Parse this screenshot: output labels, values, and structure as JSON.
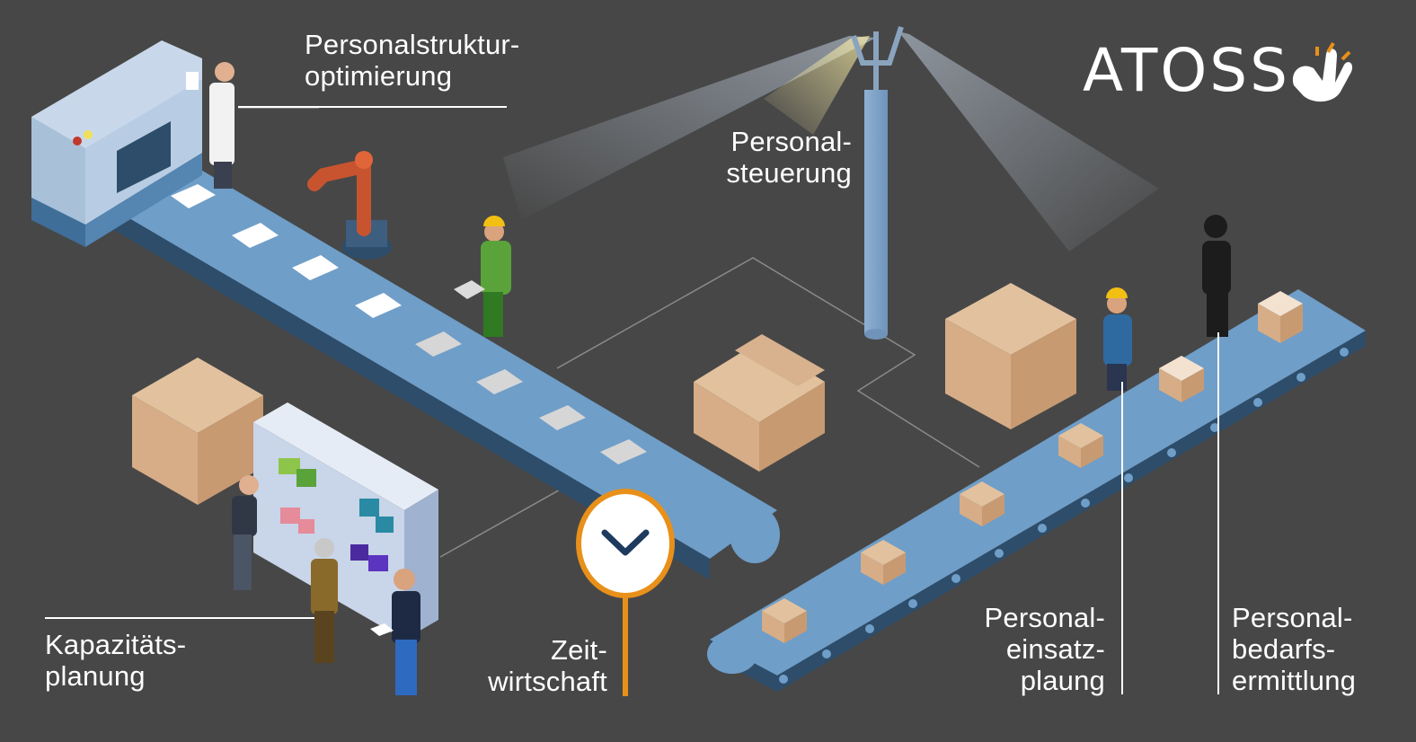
{
  "brand": {
    "logo_text": "ATOSS",
    "accent_color": "#e8901a"
  },
  "labels": {
    "strukturoptimierung": [
      "Personalstruktur-",
      "optimierung"
    ],
    "steuerung": [
      "Personal-",
      "steuerung"
    ],
    "kapazitaet": [
      "Kapazitäts-",
      "planung"
    ],
    "zeit": [
      "Zeit-",
      "wirtschaft"
    ],
    "einsatz": [
      "Personal-",
      "einsatz-",
      "plaung"
    ],
    "bedarf": [
      "Personal-",
      "bedarfs-",
      "ermittlung"
    ]
  },
  "icons": {
    "clock": "chevron-down-icon",
    "logo_mark": "hand-icon"
  },
  "colors": {
    "background": "#474747",
    "conveyor": "#6f9ec8",
    "conveyor_dark": "#2d4d6a",
    "box": "#d8b28e",
    "robot": "#c8542f"
  }
}
